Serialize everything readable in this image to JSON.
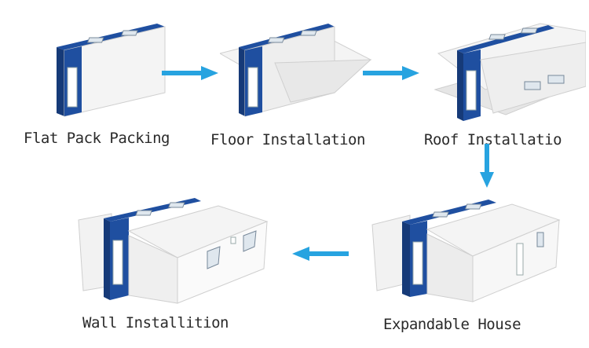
{
  "steps": [
    {
      "id": "flat-pack",
      "label": "Flat Pack Packing"
    },
    {
      "id": "floor",
      "label": "Floor Installation"
    },
    {
      "id": "roof",
      "label": "Roof Installatio"
    },
    {
      "id": "expandable",
      "label": "Expandable House"
    },
    {
      "id": "wall",
      "label": "Wall Installition"
    }
  ],
  "colors": {
    "container_blue": "#1f4fa0",
    "container_blue_dark": "#163a78",
    "panel_white": "#f4f4f4",
    "panel_shadow": "#d9d9d9",
    "arrow_blue": "#27a3e0"
  }
}
